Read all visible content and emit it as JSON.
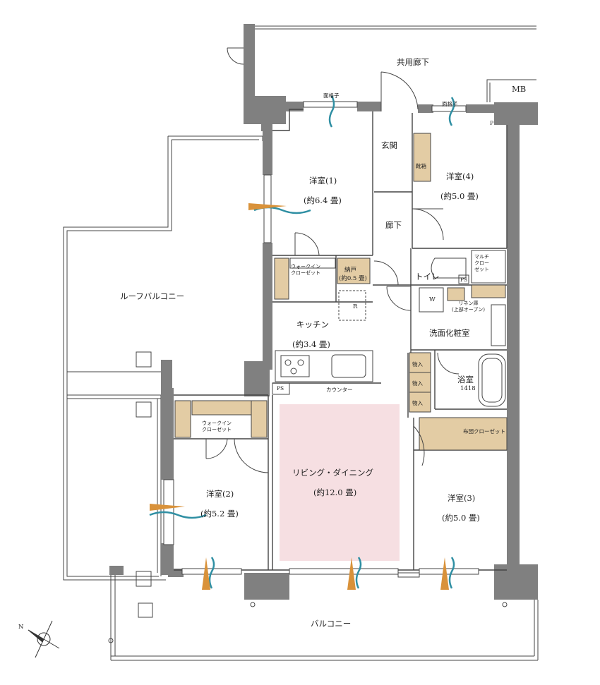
{
  "labels": {
    "common_corridor": "共用廊下",
    "mb": "MB",
    "lattice_left": "面格子",
    "lattice_right": "面格子",
    "entrance": "玄関",
    "shoe_box": "靴箱",
    "hallway": "廊下",
    "room1_name": "洋室(1)",
    "room1_size": "(約6.4 畳)",
    "room4_name": "洋室(4)",
    "room4_size": "(約5.0 畳)",
    "roof_balcony": "ルーフバルコニー",
    "wic1": "ウォークイン\nクローゼット",
    "storage_name": "納戸",
    "storage_size": "(約0.5 畳)",
    "toilet": "トイレ",
    "multi_closet": "マルチ\nクロー\nゼット",
    "ps_toilet": "PS",
    "w": "W",
    "linen": "リネン庫\n(上部オープン)",
    "refrigerator": "R",
    "kitchen_name": "キッチン",
    "kitchen_size": "(約3.4 畳)",
    "washroom": "洗面化粧室",
    "bath_name": "浴室",
    "bath_size": "1418",
    "store1": "物入",
    "store2": "物入",
    "store3": "物入",
    "ps_kitchen": "PS",
    "counter": "カウンター",
    "wic2": "ウォークイン\nクローゼット",
    "futon_closet": "布団クローゼット",
    "ldk_name": "リビング・ダイニング",
    "ldk_size": "(約12.0 畳)",
    "room2_name": "洋室(2)",
    "room2_size": "(約5.2 畳)",
    "room3_name": "洋室(3)",
    "room3_size": "(約5.0 畳)",
    "balcony": "バルコニー",
    "compass_n": "N",
    "p_mark": "P"
  },
  "colors": {
    "wall": "#808080",
    "line": "#444444",
    "closet": "#e3cca4",
    "living_highlight": "#f6dfe2",
    "wind_blue": "#2f8fa3",
    "light_orange": "#d9923a"
  }
}
